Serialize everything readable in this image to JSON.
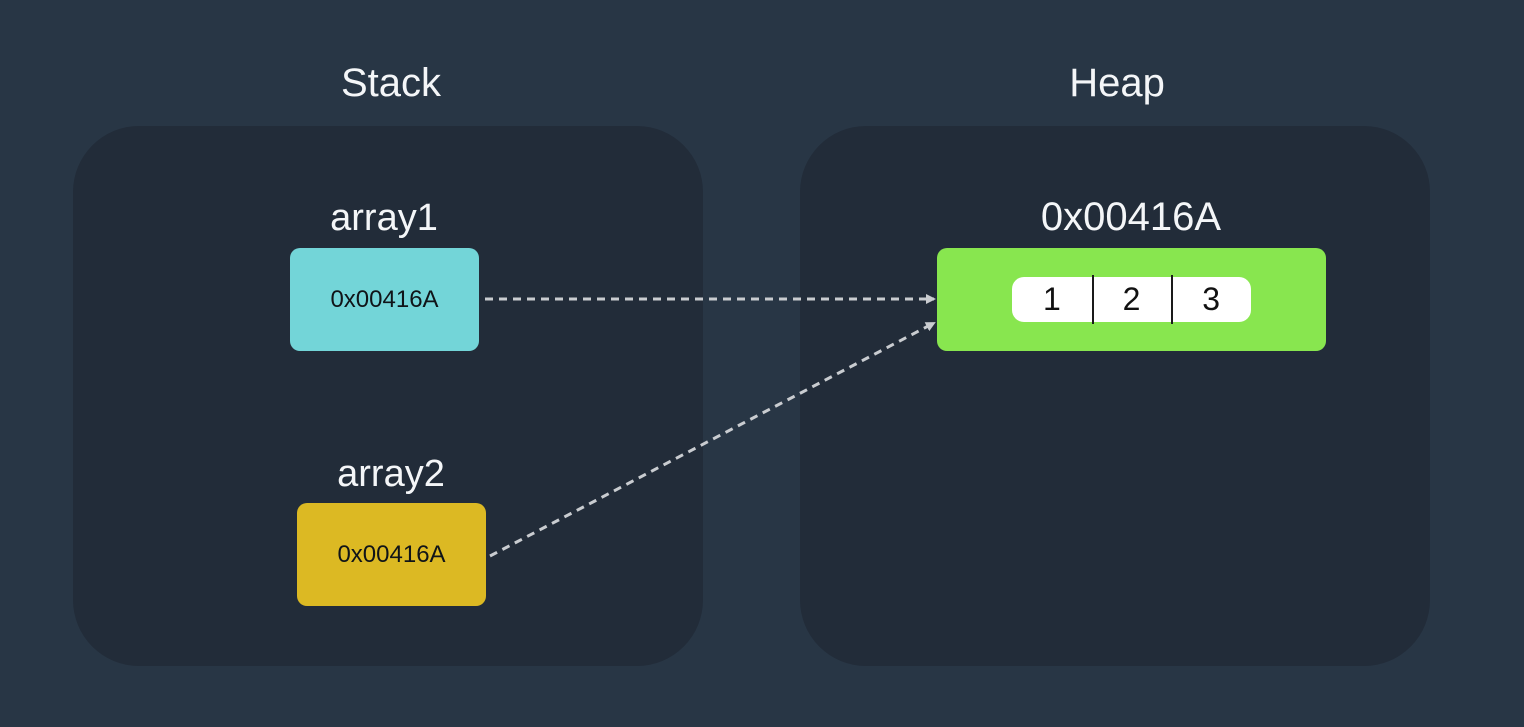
{
  "stack": {
    "title": "Stack",
    "variables": [
      {
        "name": "array1",
        "value": "0x00416A",
        "color": "#73d5d8"
      },
      {
        "name": "array2",
        "value": "0x00416A",
        "color": "#dcb923"
      }
    ]
  },
  "heap": {
    "title": "Heap",
    "object": {
      "address": "0x00416A",
      "color": "#88e64f",
      "elements": [
        "1",
        "2",
        "3"
      ]
    }
  },
  "colors": {
    "background": "#283645",
    "panel": "#222c39",
    "arrow": "#c9ccd0"
  }
}
